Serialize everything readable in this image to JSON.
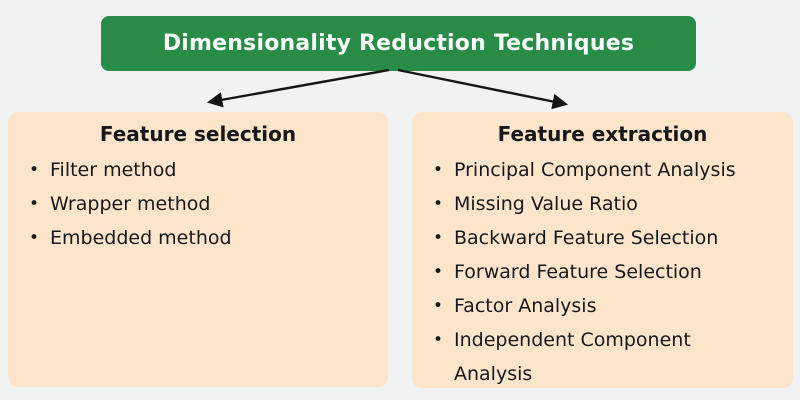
{
  "title": {
    "label": "Dimensionality Reduction Techniques"
  },
  "icons": {
    "bullet": "•"
  },
  "colors": {
    "accent_green": "#288c47",
    "panel_peach": "#fce5cb",
    "background": "#f1f2f2",
    "text": "#17181b",
    "title_text": "#f6fbf7",
    "arrow": "#151515"
  },
  "panels": [
    {
      "heading": "Feature selection",
      "items": [
        "Filter method",
        "Wrapper method",
        "Embedded method"
      ]
    },
    {
      "heading": "Feature extraction",
      "items": [
        "Principal Component Analysis",
        "Missing Value Ratio",
        "Backward Feature Selection",
        "Forward Feature Selection",
        "Factor Analysis",
        "Independent Component Analysis"
      ]
    }
  ]
}
